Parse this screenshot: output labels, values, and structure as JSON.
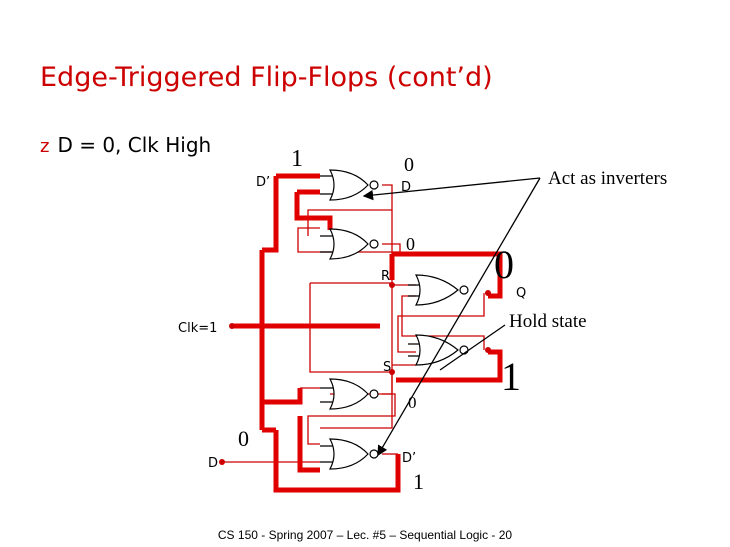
{
  "title": "Edge-Triggered Flip-Flops (cont’d)",
  "bullet": {
    "glyph": "z",
    "text": "D = 0, Clk High"
  },
  "labels": {
    "d_prime_top": "D’",
    "d_top": "D",
    "r": "R",
    "s": "S",
    "clk": "Clk=1",
    "d_input": "D",
    "d_prime_bottom": "D’",
    "q": "Q"
  },
  "values": {
    "top_one": "1",
    "top_zero": "0",
    "second_zero": "0",
    "q_zero": "0",
    "qbar_one": "1",
    "fourth_zero": "0",
    "d_zero": "0",
    "bottom_one": "1"
  },
  "annotations": {
    "inverters": "Act as inverters",
    "hold": "Hold state"
  },
  "footer": "CS 150 - Spring  2007 – Lec. #5 – Sequential Logic - 20"
}
